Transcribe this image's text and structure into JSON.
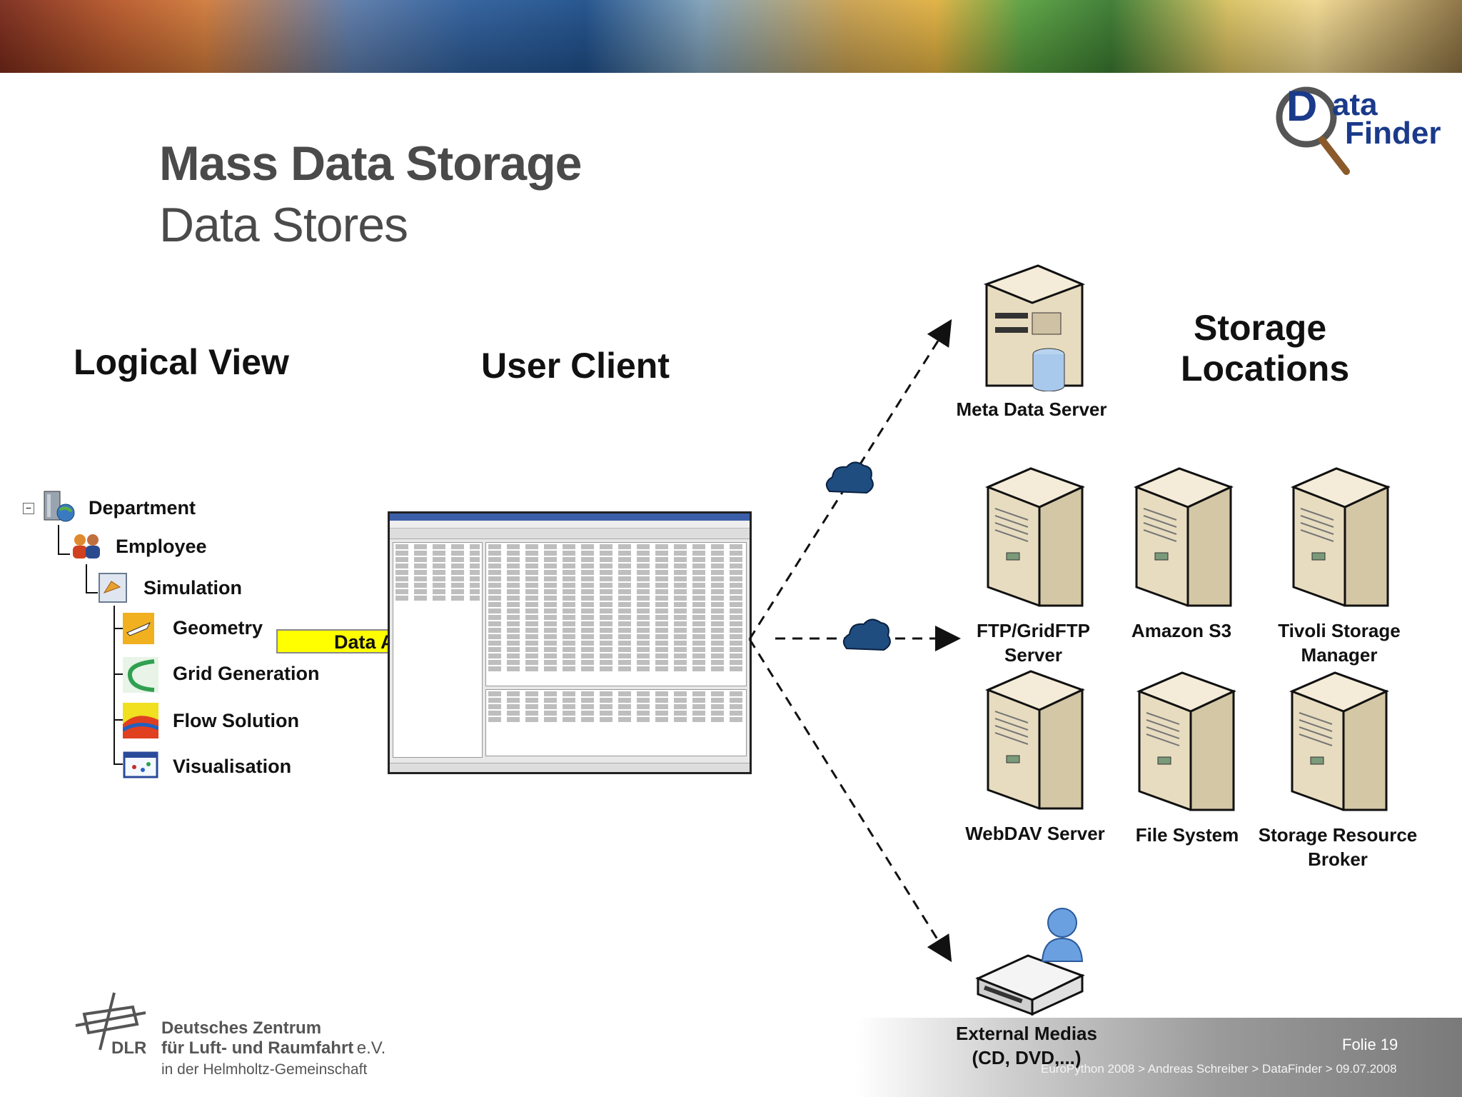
{
  "slide": {
    "title": "Mass Data Storage",
    "subtitle": "Data Stores"
  },
  "headings": {
    "logical_view": "Logical View",
    "user_client": "User Client",
    "storage_locations_line1": "Storage",
    "storage_locations_line2": "Locations"
  },
  "tree": {
    "items": [
      {
        "label": "Department",
        "icon": "building-globe-icon"
      },
      {
        "label": "Employee",
        "icon": "people-icon"
      },
      {
        "label": "Simulation",
        "icon": "simulation-icon"
      },
      {
        "label": "Geometry",
        "icon": "airplane-icon"
      },
      {
        "label": "Grid Generation",
        "icon": "grid-icon"
      },
      {
        "label": "Flow Solution",
        "icon": "flow-icon"
      },
      {
        "label": "Visualisation",
        "icon": "visualisation-icon"
      }
    ]
  },
  "arrow_label": "Data Access",
  "servers": {
    "meta_data_server": "Meta Data Server",
    "ftp_line1": "FTP/GridFTP",
    "ftp_line2": "Server",
    "amazon": "Amazon S3",
    "tivoli_line1": "Tivoli Storage",
    "tivoli_line2": "Manager",
    "webdav": "WebDAV Server",
    "filesystem": "File System",
    "srb_line1": "Storage Resource",
    "srb_line2": "Broker",
    "external_line1": "External Medias",
    "external_line2": "(CD, DVD,...)"
  },
  "logo": {
    "line1": "ata",
    "line2": "Finder",
    "letter": "D"
  },
  "footer": {
    "org_line1": "Deutsches Zentrum",
    "org_line2": "für Luft- und Raumfahrt",
    "org_suffix": "e.V.",
    "org_line3": "in der Helmholtz-Gemeinschaft",
    "dlr": "DLR",
    "folie": "Folie 19",
    "breadcrumb": "EuroPython 2008 > Andreas Schreiber > DataFinder > 09.07.2008"
  },
  "colors": {
    "title": "#4a4a4a",
    "arrow_fill": "#ffff00",
    "server_body": "#e8dcc0",
    "cloud": "#1f4d80"
  }
}
